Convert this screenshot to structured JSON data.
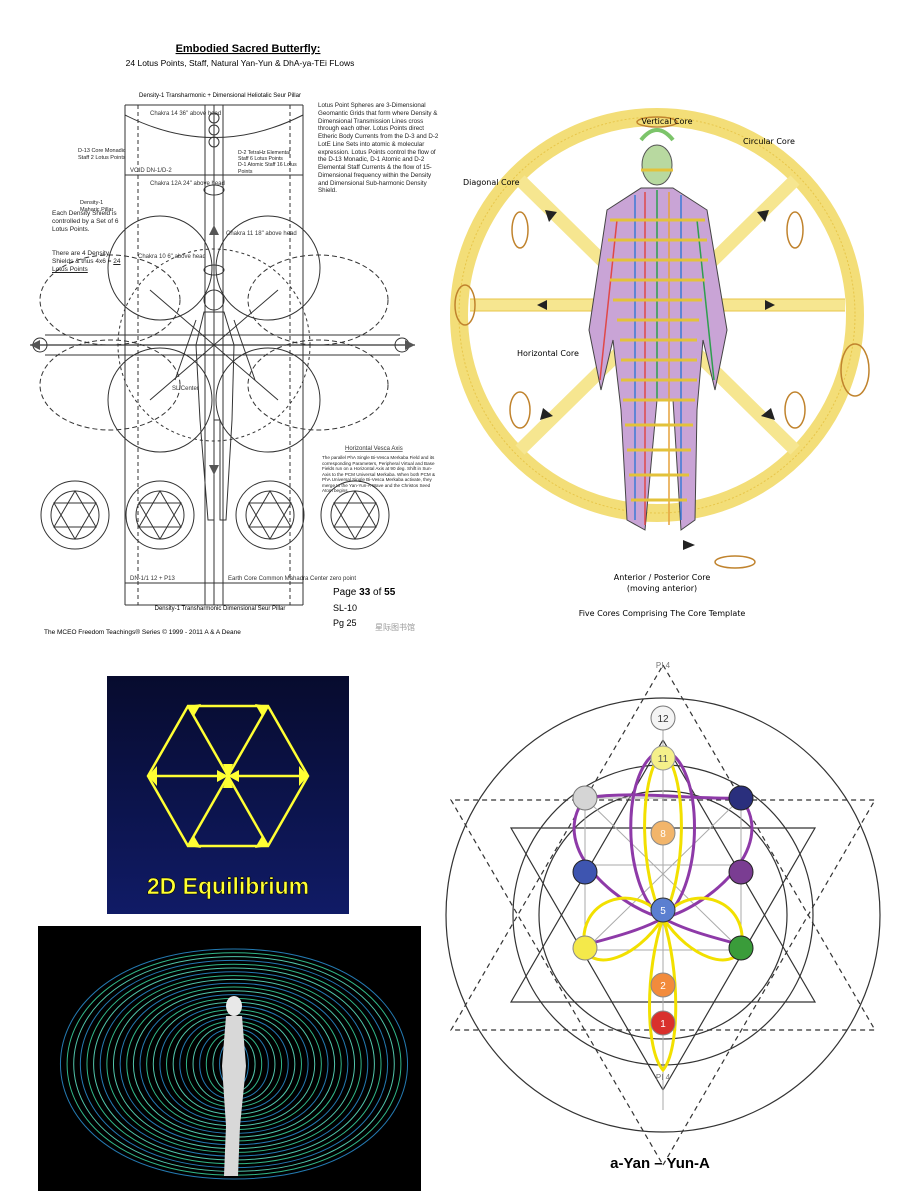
{
  "butterfly": {
    "title": "Embodied Sacred Butterfly:",
    "subtitle": "24 Lotus Points, Staff, Natural Yan-Yun & DhA-ya-TEi FLows",
    "top_pillar_label": "Density-1 Transharmonic + Dimensional Heliotalic Seur Pillar",
    "bottom_pillar_label": "Density-1 Transharmonic Dimensional Seur Pillar",
    "lotus_note": "Lotus Point Spheres are 3-Dimensional Geomantic Grids that form where Density & Dimensional Transmission Lines cross through each other. Lotus Points direct Etheric Body Currents from the D-3 and D-2 LotE Line Sets into atomic & molecular expression. Lotus Points control the flow of the D-13 Monadic, D-1 Atomic and D-2 Elemental Staff Currents & the flow of 15-Dimensional frequency within the Density and Dimensional Sub-harmonic Density Shield.",
    "shield_note": "Each Density Shield is controlled by a Set of 6 Lotus Points.",
    "shield_count_note": "There are 4 Density Shields & thus 4x6 =",
    "shield_count_value": "24 Lotus Points",
    "core_label": "D-13 Core Monadic Staff 2 Lotus Points",
    "maharic_label": "Density-1 Maharic Pillar",
    "chakra14": "Chakra 14 36\" above head",
    "chakra12": "Chakra 12A 24\" above head",
    "chakra11": "Chakra 11 18\" above head",
    "chakra10": "Chakra 10 6\" above head",
    "elemental_label": "D-2 TetraHz Elemental Staff 6 Lotus Points",
    "atomic_label": "D-1 Atomic Staff 16 Lotus Points",
    "void_label": "VOID DN-1/D-2",
    "center_label": "SL Center",
    "dn_label": "DN-1/1 12 + P13",
    "earth_core_label": "Earth Core Common Mahadra Center zero point",
    "vesica_label": "Horizontal Vesca Axis",
    "vesica_note": "The parallel PhA Single Bi-Vesca Merkaba Field and its corresponding Parameters, Peripheral Virtual and Base Fields run on a Horizontal Axis at 90 deg. Shift in Sun-Axis to the PCM Universal Merkaba. When both PCM & PhA Universal Single Bi-Vesca Merkaba activate, they merge to the Yan-Yun-A Wave and the Christos Seed Atom begins.",
    "page_label": "Page",
    "page_num": "33",
    "page_of": "of",
    "page_total": "55",
    "sl_label": "SL-10",
    "pg_label": "Pg 25",
    "copyright": "The MCEO Freedom Teachings® Series © 1999 - 2011 A & A Deane",
    "watermark": "星际图书馆"
  },
  "cores": {
    "vertical": "Vertical Core",
    "circular": "Circular Core",
    "diagonal": "Diagonal Core",
    "horizontal": "Horizontal Core",
    "anterior": "Anterior / Posterior Core",
    "anterior_sub": "(moving anterior)",
    "caption": "Five Cores Comprising The Core Template"
  },
  "equilibrium": {
    "label": "2D Equilibrium"
  },
  "yanyun": {
    "title": "a-Yan – Yun-A",
    "node_labels": [
      "12",
      "11",
      "8",
      "5",
      "2",
      "1"
    ],
    "top_pole": "PI 4",
    "bottom_pole": "PI 4",
    "colors": {
      "purple": "#8e3aa8",
      "yellow": "#f2e000"
    }
  }
}
